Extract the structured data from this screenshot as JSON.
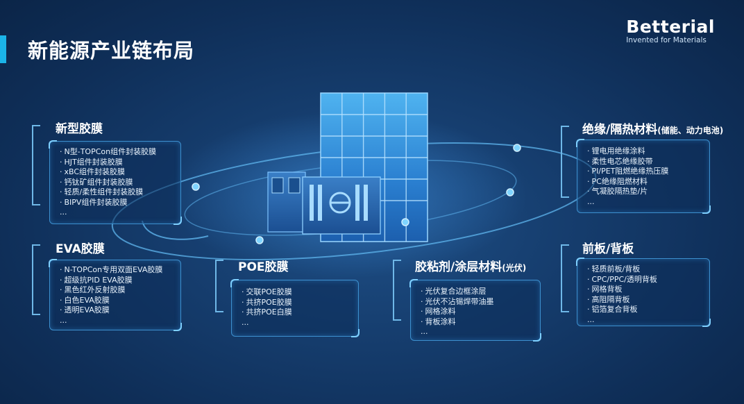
{
  "header": {
    "title": "新能源产业链布局"
  },
  "logo": {
    "name": "Betterial",
    "tagline": "Invented for Materials"
  },
  "sections": {
    "new_film": {
      "title": "新型胶膜",
      "items": [
        "N型-TOPCon组件封装胶膜",
        "HJT组件封装胶膜",
        "xBC组件封装胶膜",
        "钙钛矿组件封装胶膜",
        "轻质/柔性组件封装胶膜",
        "BIPV组件封装胶膜",
        "..."
      ]
    },
    "eva_film": {
      "title": "EVA胶膜",
      "items": [
        "N-TOPCon专用双面EVA胶膜",
        "超级抗PID EVA胶膜",
        "黑色红外反射胶膜",
        "白色EVA胶膜",
        "透明EVA胶膜",
        "..."
      ]
    },
    "poe_film": {
      "title": "POE胶膜",
      "items": [
        "交联POE胶膜",
        "共挤POE胶膜",
        "共挤POE白膜",
        "..."
      ]
    },
    "adhesive": {
      "title": "胶粘剂/涂层材料",
      "note": "(光伏)",
      "items": [
        "光伏复合边框涂层",
        "光伏不沾锡焊带油墨",
        "网格涂料",
        "背板涂料",
        "..."
      ]
    },
    "insulation": {
      "title": "绝缘/隔热材料",
      "note": "(储能、动力电池)",
      "items": [
        "锂电用绝缘涂料",
        "柔性电芯绝缘胶带",
        "PI/PET阻燃绝缘热压膜",
        "PC绝缘阻燃材料",
        "气凝胶隔热垫/片",
        "..."
      ]
    },
    "backsheet": {
      "title": "前板/背板",
      "items": [
        "轻质前板/背板",
        "CPC/PPC/透明背板",
        "网格背板",
        "高阻隔背板",
        "铝箔复合背板",
        "..."
      ]
    }
  },
  "colors": {
    "accent": "#1bb4e8",
    "box_border": "#3d90cf",
    "background": "#163e6f"
  },
  "icons": {
    "center": "solar-panel-and-battery-storage-illustration"
  }
}
